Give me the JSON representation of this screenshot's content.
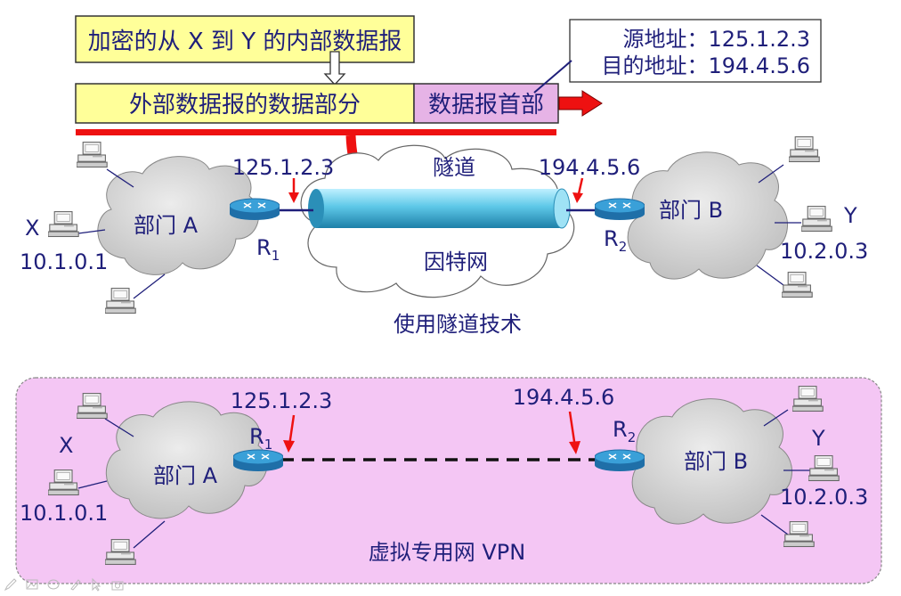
{
  "top": {
    "encrypted_note": "加密的从 X 到 Y 的内部数据报",
    "outer_payload_label": "外部数据报的数据部分",
    "outer_header_label": "数据报首部",
    "header_addr": {
      "src": "源地址：125.1.2.3",
      "dst": "目的地址：194.4.5.6"
    },
    "tunnel_label": "隧道",
    "internet_label": "因特网",
    "caption": "使用隧道技术",
    "left_ip": "125.1.2.3",
    "right_ip": "194.4.5.6",
    "dept_a": "部门 A",
    "dept_b": "部门 B",
    "r1": "R",
    "r1_sub": "1",
    "r2": "R",
    "r2_sub": "2",
    "host_x": "X",
    "host_x_ip": "10.1.0.1",
    "host_y": "Y",
    "host_y_ip": "10.2.0.3"
  },
  "bottom": {
    "left_ip": "125.1.2.3",
    "right_ip": "194.4.5.6",
    "dept_a": "部门 A",
    "dept_b": "部门 B",
    "r1": "R",
    "r1_sub": "1",
    "r2": "R",
    "r2_sub": "2",
    "host_x": "X",
    "host_x_ip": "10.1.0.1",
    "host_y": "Y",
    "host_y_ip": "10.2.0.3",
    "vpn_label": "虚拟专用网 VPN"
  },
  "colors": {
    "label_box": "#ffff99",
    "header_box": "#e6b3e6",
    "vpn_bg": "#f4c6f4",
    "arrow_red": "#ee1111",
    "text": "#1f1f7a",
    "cloud": "#d9d9d9",
    "router": "#3aa0d8",
    "tunnel": "#5ec8e8"
  },
  "icons": [
    "computer-icon",
    "router-icon",
    "cloud-icon",
    "pen-icon",
    "image-icon",
    "eraser-icon",
    "pointer-icon",
    "camera-icon"
  ]
}
